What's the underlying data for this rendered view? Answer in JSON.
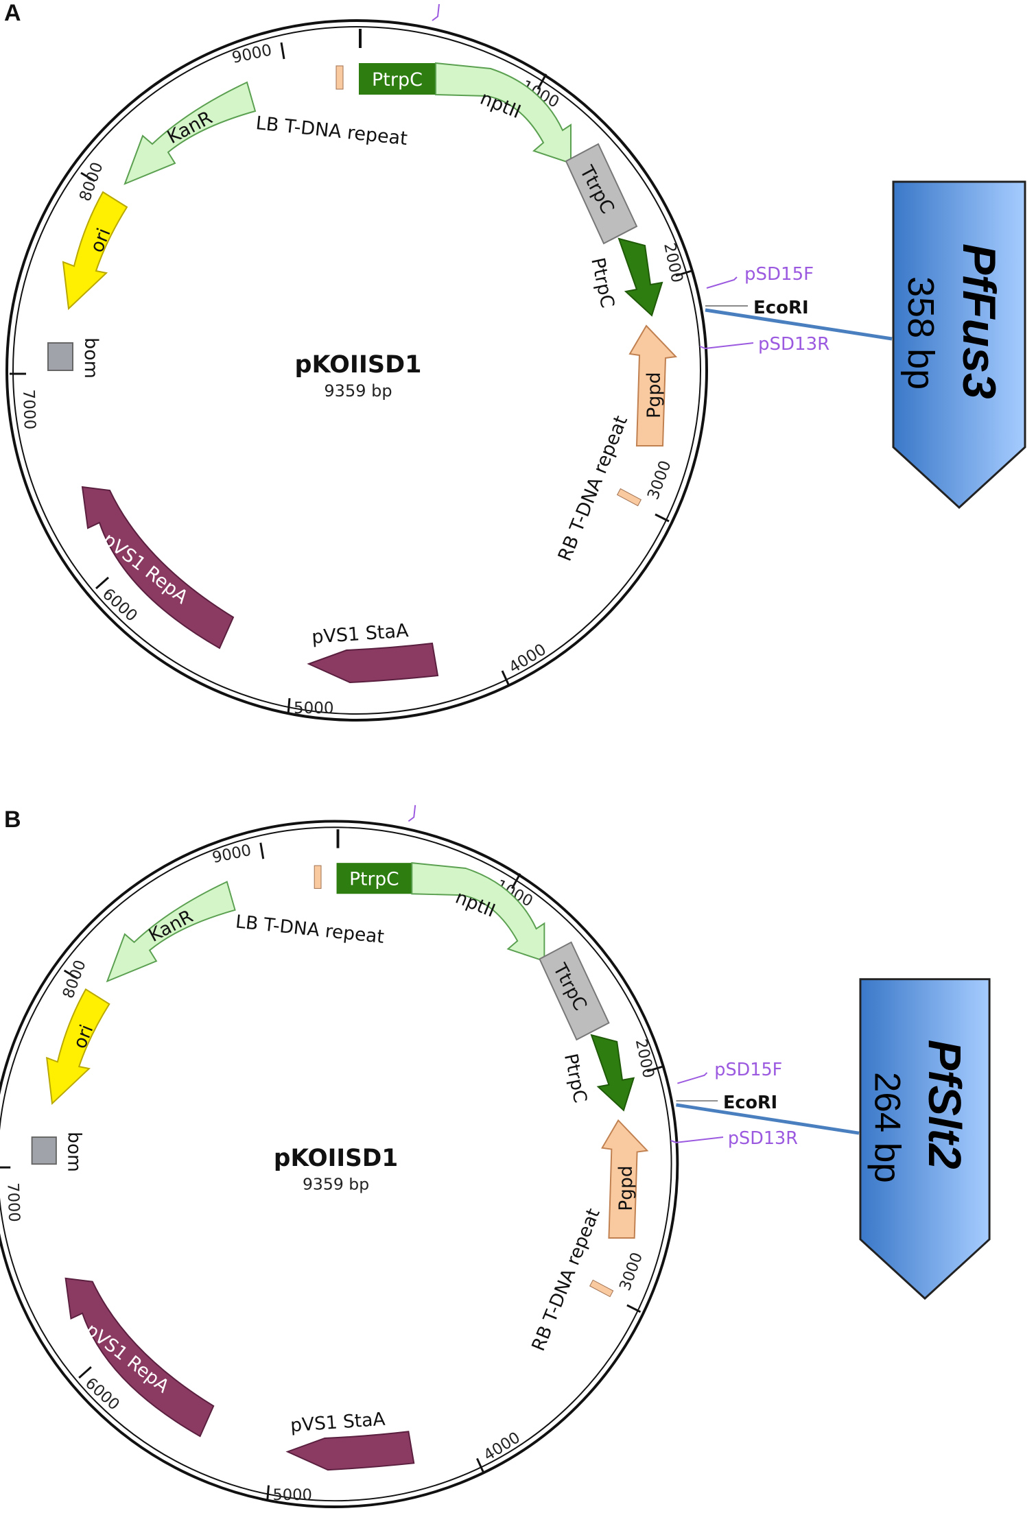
{
  "panels": [
    {
      "label": "A",
      "plasmid_name": "pKOIISD1",
      "plasmid_size": "9359 bp",
      "insert_gene": "PfFus3",
      "insert_size": "358 bp"
    },
    {
      "label": "B",
      "plasmid_name": "pKOIISD1",
      "plasmid_size": "9359 bp",
      "insert_gene": "PfSlt2",
      "insert_size": "264 bp"
    }
  ],
  "ticks": [
    "1000",
    "2000",
    "3000",
    "4000",
    "5000",
    "6000",
    "7000",
    "8000",
    "9000"
  ],
  "features": {
    "ptrpc": "PtrpC",
    "nptii": "nptII",
    "ttrpc": "TtrpC",
    "ptrpc2": "PtrpC",
    "pgpd": "Pgpd",
    "rb_repeat": "RB T-DNA repeat",
    "lb_repeat": "LB T-DNA repeat",
    "kanr": "KanR",
    "ori": "ori",
    "bom": "bom",
    "repa": "pVS1 RepA",
    "staa": "pVS1 StaA"
  },
  "sites": {
    "primer_f": "pSD15F",
    "ecori": "EcoRI",
    "primer_r": "pSD13R"
  },
  "colors": {
    "ptrpc": "#2e7d10",
    "nptii": "#d4f5c8",
    "kanr": "#d4f5c8",
    "ttrpc": "#bdbdbd",
    "pgpd": "#f9c9a0",
    "ori": "#ffef00",
    "pvs1": "#8b3a62",
    "bom": "#a0a4aa",
    "primer": "#9b59e0",
    "insert_dark": "#3a78c8",
    "insert_light": "#a6ccff",
    "link_line": "#4a7fbf"
  }
}
